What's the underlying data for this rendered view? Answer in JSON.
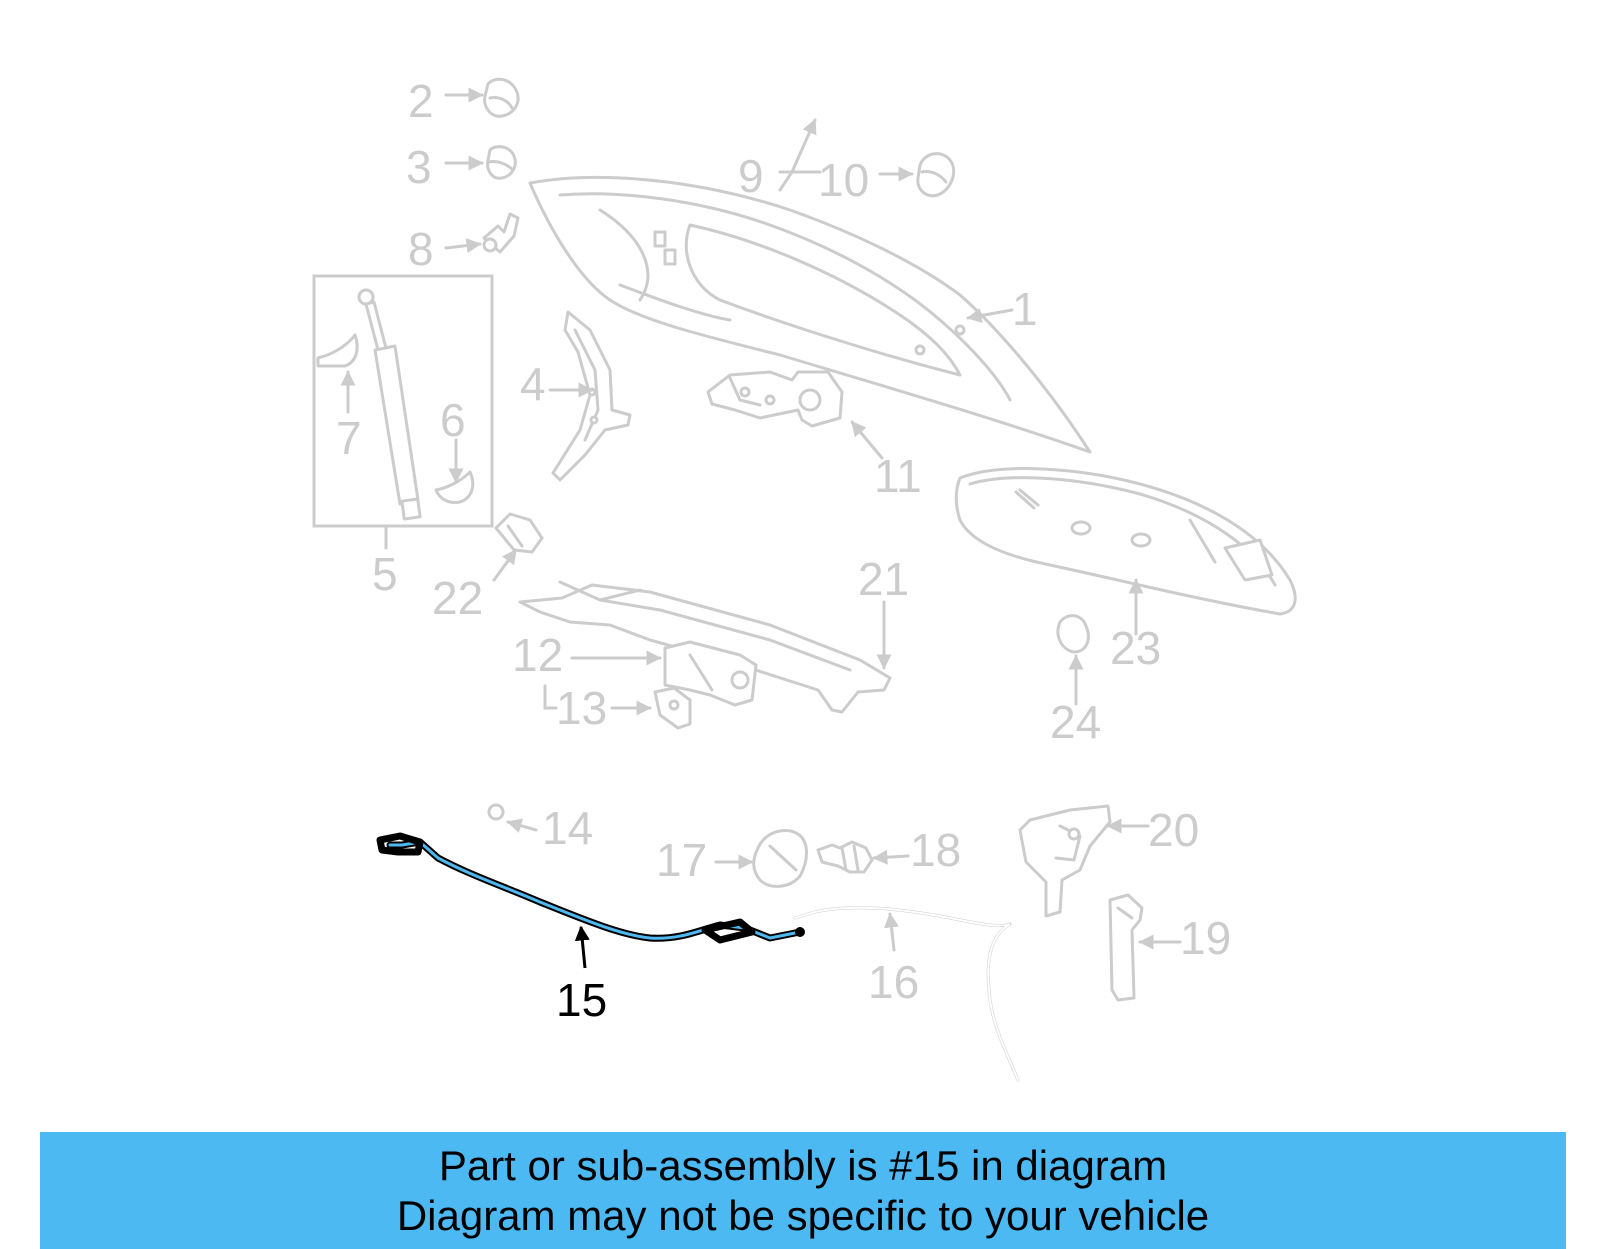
{
  "colors": {
    "banner_bg": "#4db9f2",
    "highlight": "#4fb8f0",
    "part_gray": "#cccccc",
    "text_black": "#000000"
  },
  "diagram": {
    "highlighted_part": "15",
    "callouts": [
      "1",
      "2",
      "3",
      "4",
      "5",
      "6",
      "7",
      "8",
      "9",
      "10",
      "11",
      "12",
      "13",
      "14",
      "15",
      "16",
      "17",
      "18",
      "19",
      "20",
      "21",
      "22",
      "23",
      "24"
    ]
  },
  "banner": {
    "line1": "Part or sub-assembly is #15 in diagram",
    "line2": "Diagram may not be specific to your vehicle"
  }
}
